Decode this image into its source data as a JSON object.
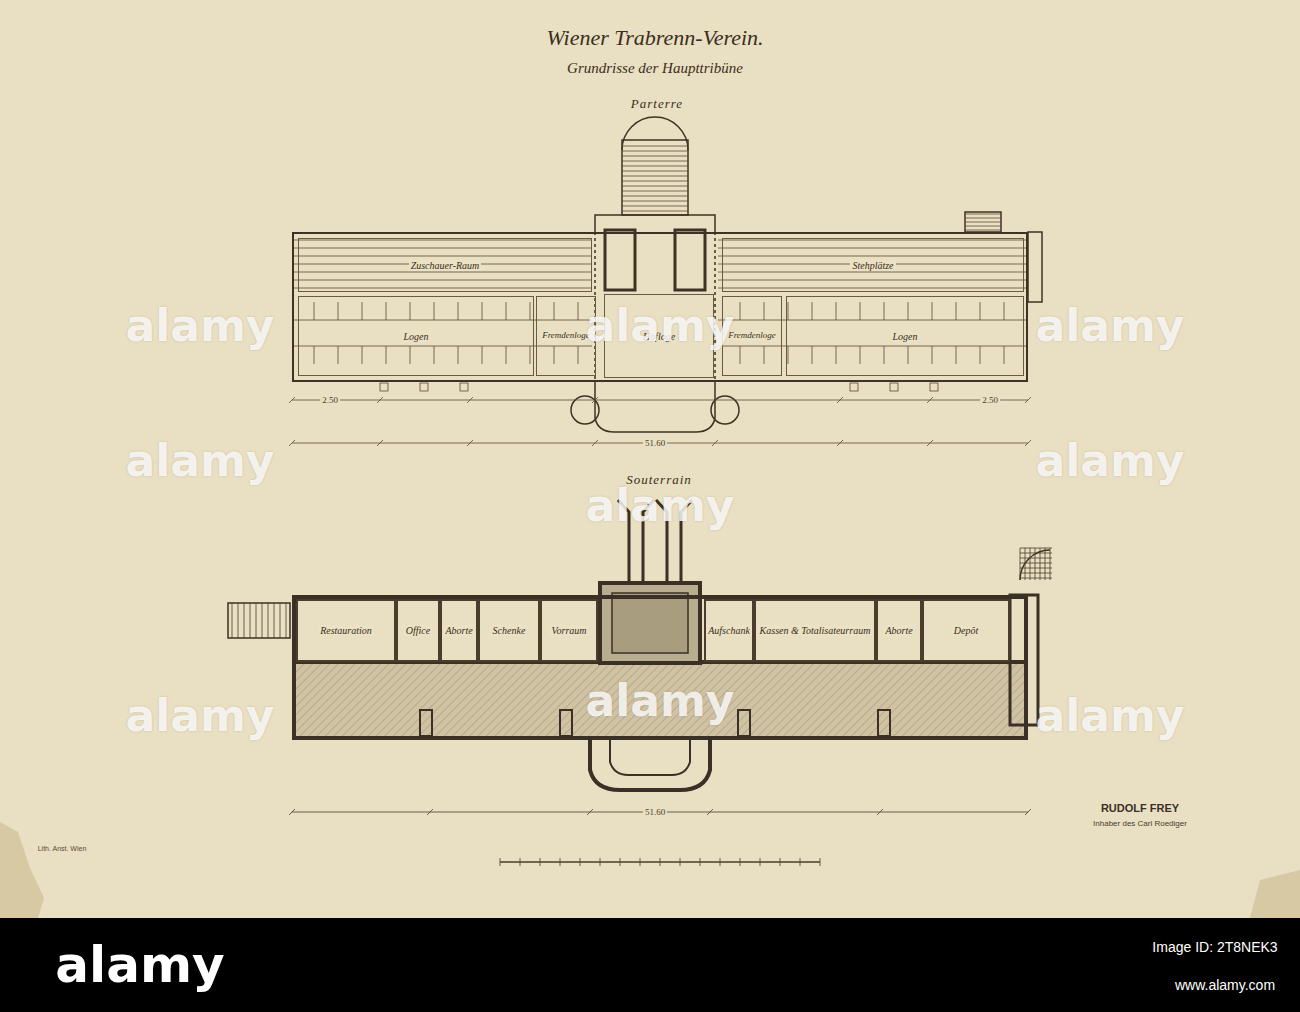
{
  "diagram": {
    "title": "Wiener Trabrenn-Verein.",
    "nodes": [
      {
        "text": [
          "Parterre"
        ]
      },
      {
        "text": [
          "Zuschauer-Raum"
        ],
        "in": 0
      },
      {
        "text": [
          "Stehplätze"
        ],
        "in": 0
      },
      {
        "text": [
          "Logen"
        ],
        "in": 0
      },
      {
        "text": [
          "Fremdenloge"
        ],
        "in": 0
      },
      {
        "text": [
          "Hofloge"
        ],
        "in": 0
      },
      {
        "text": [
          "Fremdenloge"
        ],
        "in": 0
      },
      {
        "text": [
          "Logen"
        ],
        "in": 0
      },
      {
        "text": [
          "Souterrain"
        ]
      },
      {
        "text": [
          "Restauration"
        ],
        "in": 8
      },
      {
        "text": [
          "Office"
        ],
        "in": 8
      },
      {
        "text": [
          "Aborte"
        ],
        "in": 8
      },
      {
        "text": [
          "Schenke"
        ],
        "in": 8
      },
      {
        "text": [
          "Vorraum"
        ],
        "in": 8
      },
      {
        "text": [
          "Aufschank"
        ],
        "in": 8
      },
      {
        "text": [
          "Kassen & Totalisateurraum"
        ],
        "in": 8
      },
      {
        "text": [
          "Aborte"
        ],
        "in": 8
      },
      {
        "text": [
          "Depôt"
        ],
        "in": 8
      }
    ],
    "labels": [
      "Grundrisse der Haupttribüne",
      "2.50",
      "51.60",
      "2.50",
      "51.60",
      "RUDOLF FREY",
      "Inhaber des Carl Roediger",
      "Lith. Anst. Wien",
      "alamy",
      "alamy",
      "alamy",
      "alamy",
      "alamy",
      "alamy",
      "alamy",
      "alamy",
      "alamy",
      "alamy",
      "Image ID: 2T8NEK3",
      "www.alamy.com"
    ]
  }
}
